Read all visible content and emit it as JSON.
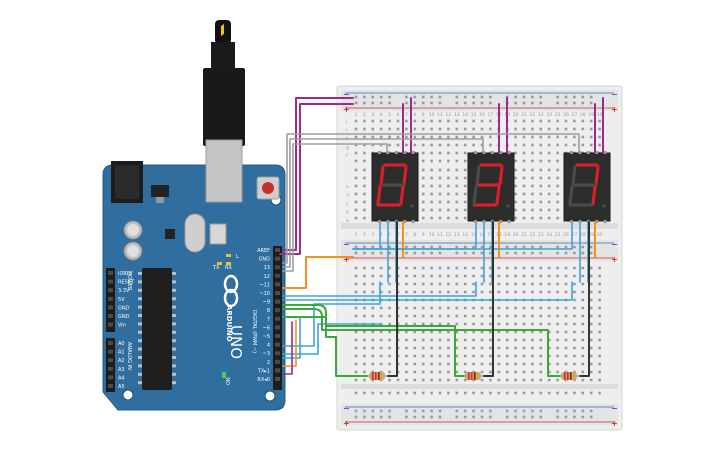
{
  "arduino": {
    "brand": "ARDUINO",
    "model": "UNO",
    "digital_label": "DIGITAL (PWM ~)",
    "power_label": "POWER",
    "analog_label": "ANALOG IN",
    "on_label": "ON",
    "led_labels": [
      "L",
      "TX",
      "RX"
    ],
    "digital_pins": [
      "AREF",
      "GND",
      "13",
      "12",
      "~11",
      "~10",
      "~9",
      "8",
      "7",
      "~6",
      "~5",
      "4",
      "~3",
      "2",
      "TX▸1",
      "RX◂0"
    ],
    "power_pins": [
      "IOREF",
      "RESET",
      "3.3V",
      "5V",
      "GND",
      "GND",
      "Vin"
    ],
    "analog_pins": [
      "A0",
      "A1",
      "A2",
      "A3",
      "A4",
      "A5"
    ]
  },
  "breadboard": {
    "rail_signs": {
      "minus": "−",
      "plus": "+"
    },
    "row_letters_top": [
      "j",
      "i",
      "h",
      "g",
      "f"
    ],
    "row_letters_bottom": [
      "e",
      "d",
      "c",
      "b",
      "a"
    ],
    "column_numbers": [
      "1",
      "2",
      "3",
      "4",
      "5",
      "6",
      "7",
      "8",
      "9",
      "10",
      "11",
      "12",
      "13",
      "14",
      "15",
      "16",
      "17",
      "18",
      "19",
      "20",
      "21",
      "22",
      "23",
      "24",
      "25",
      "26",
      "27",
      "28",
      "29",
      "30"
    ]
  },
  "displays": [
    {
      "digit": "0"
    },
    {
      "digit": "3"
    },
    {
      "digit": "7"
    }
  ],
  "colors": {
    "board": "#2f6e9f",
    "breadboard": "#eeeeee",
    "wire_magenta": "#9b2b8c",
    "wire_gray": "#9e9e9e",
    "wire_orange": "#f5901e",
    "wire_blue": "#3aa5d8",
    "wire_green": "#3aa83a",
    "wire_black": "#333333",
    "segment_on": "#d81f2a",
    "segment_off": "#4a4a4a"
  }
}
